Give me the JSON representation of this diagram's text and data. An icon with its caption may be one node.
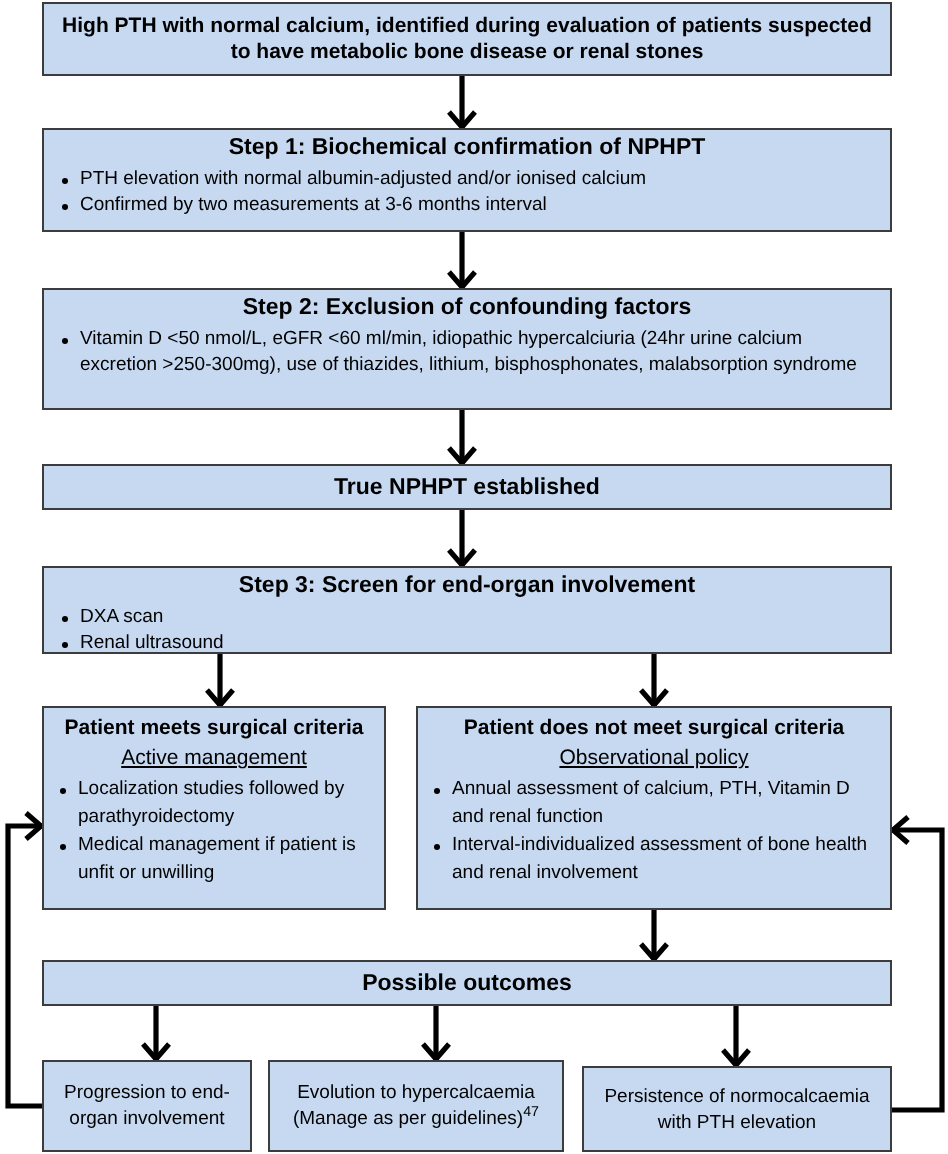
{
  "diagram": {
    "nodes": [
      {
        "text": [
          "High PTH with normal calcium, identified during evaluation of patients suspected to have metabolic bone disease or renal stones"
        ]
      },
      {
        "text": [
          "Step 1: Biochemical confirmation of NPHPT",
          "PTH elevation with normal albumin-adjusted and/or ionised calcium",
          "Confirmed by two measurements at 3-6 months interval"
        ]
      },
      {
        "text": [
          "Step 2: Exclusion of confounding factors",
          "Vitamin D <50 nmol/L, eGFR <60 ml/min, idiopathic hypercalciuria (24hr urine calcium excretion >250-300mg), use of thiazides, lithium, bisphosphonates, malabsorption syndrome"
        ]
      },
      {
        "text": [
          "True NPHPT established"
        ]
      },
      {
        "text": [
          "Step 3: Screen for end-organ involvement",
          "DXA scan",
          "Renal ultrasound"
        ]
      },
      {
        "text": [
          "Patient meets surgical criteria",
          "Active management",
          "Localization studies followed by parathyroidectomy",
          "Medical management if patient is unfit or unwilling"
        ]
      },
      {
        "text": [
          "Patient does not meet surgical criteria",
          "Observational policy",
          "Annual assessment of calcium, PTH, Vitamin D and renal function",
          "Interval-individualized assessment of bone health and renal involvement"
        ]
      },
      {
        "text": [
          "Possible outcomes"
        ]
      },
      {
        "text": [
          "Progression to end-organ involvement"
        ]
      },
      {
        "text": [
          "Evolution to hypercalcaemia (Manage as per guidelines)$^{47}$"
        ]
      },
      {
        "text": [
          "Persistence of normocalcaemia with PTH elevation"
        ]
      }
    ],
    "edges": [
      {
        "from": 0,
        "to": 1,
        "arrow": "to"
      },
      {
        "from": 1,
        "to": 2,
        "arrow": "to"
      },
      {
        "from": 2,
        "to": 3,
        "arrow": "to"
      },
      {
        "from": 3,
        "to": 4,
        "arrow": "to"
      },
      {
        "from": 4,
        "to": 5,
        "arrow": "to"
      },
      {
        "from": 4,
        "to": 6,
        "arrow": "to"
      },
      {
        "from": 6,
        "to": 7,
        "arrow": "to"
      },
      {
        "from": 7,
        "to": 8,
        "arrow": "to"
      },
      {
        "from": 7,
        "to": 9,
        "arrow": "to"
      },
      {
        "from": 7,
        "to": 10,
        "arrow": "to"
      },
      {
        "from": 8,
        "to": 5,
        "arrow": "to"
      },
      {
        "from": 10,
        "to": 6,
        "arrow": "to"
      }
    ]
  }
}
